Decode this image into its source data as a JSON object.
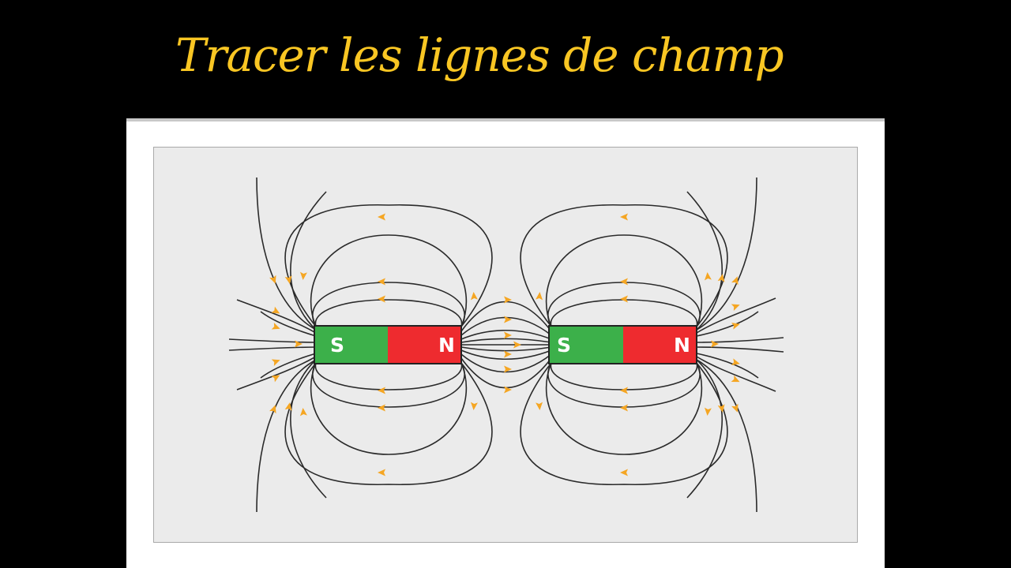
{
  "title": "Tracer les lignes de champ",
  "colors": {
    "background": "#000000",
    "title": "#f9c623",
    "panel": "#ffffff",
    "diagram_bg": "#ebebeb",
    "south_pole": "#3cb04a",
    "north_pole": "#ee2b2f",
    "field_line": "#2a2a2a",
    "arrow": "#f5a623"
  },
  "magnets": [
    {
      "south_label": "S",
      "north_label": "N"
    },
    {
      "south_label": "S",
      "north_label": "N"
    }
  ]
}
